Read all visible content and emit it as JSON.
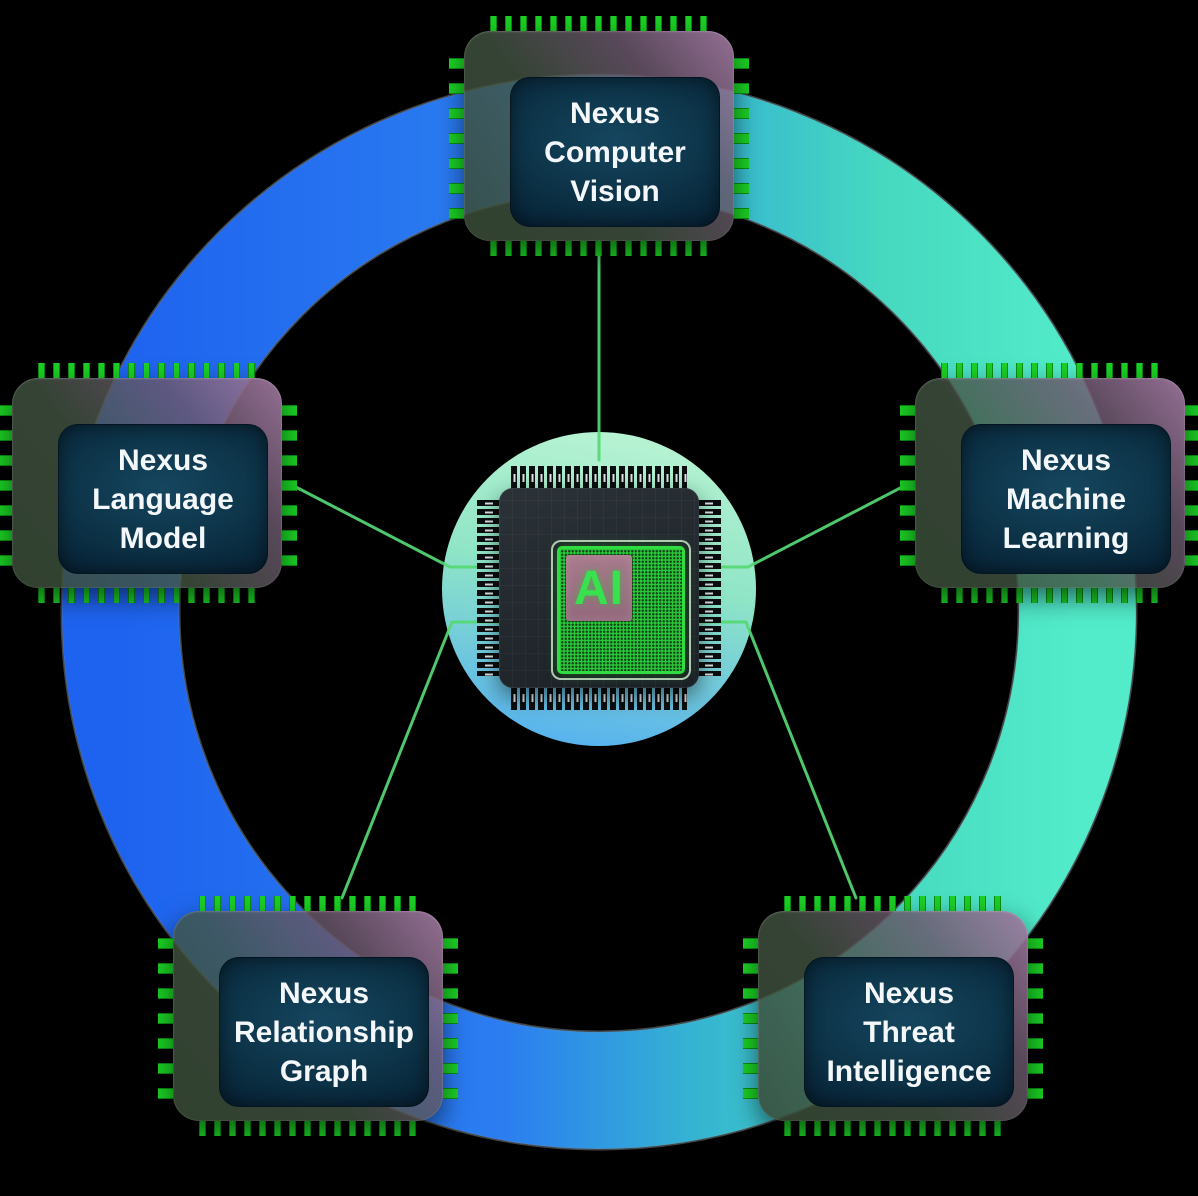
{
  "title": "Nexus AI capabilities diagram",
  "background_color": "#000000",
  "ring": {
    "color_left": "#1e63ef",
    "color_midleft": "#2b7df0",
    "color_mid": "#35b4d2",
    "color_midright": "#46d9c0",
    "color_right": "#52ecca",
    "edge_color": "rgba(128,138,144,0.5)"
  },
  "connectors": {
    "color": "#55d973"
  },
  "pins": {
    "color": "#1bd125"
  },
  "center_chip": {
    "label": "AI",
    "label_color": "#38e14e",
    "badge_gradient_top": "#b7f3d3",
    "badge_gradient_mid": "#8fe5c6",
    "badge_gradient_bottom": "#57b2ef",
    "grid_green": "#2fdd40",
    "core_mauve": "#a07588"
  },
  "nodes": [
    {
      "id": "computer-vision",
      "lines": [
        "Nexus",
        "Computer",
        "Vision"
      ]
    },
    {
      "id": "machine-learning",
      "lines": [
        "Nexus",
        "Machine",
        "Learning"
      ]
    },
    {
      "id": "threat-intelligence",
      "lines": [
        "Nexus",
        "Threat",
        "Intelligence"
      ]
    },
    {
      "id": "relationship-graph",
      "lines": [
        "Nexus",
        "Relationship",
        "Graph"
      ]
    },
    {
      "id": "language-model",
      "lines": [
        "Nexus",
        "Language",
        "Model"
      ]
    }
  ]
}
